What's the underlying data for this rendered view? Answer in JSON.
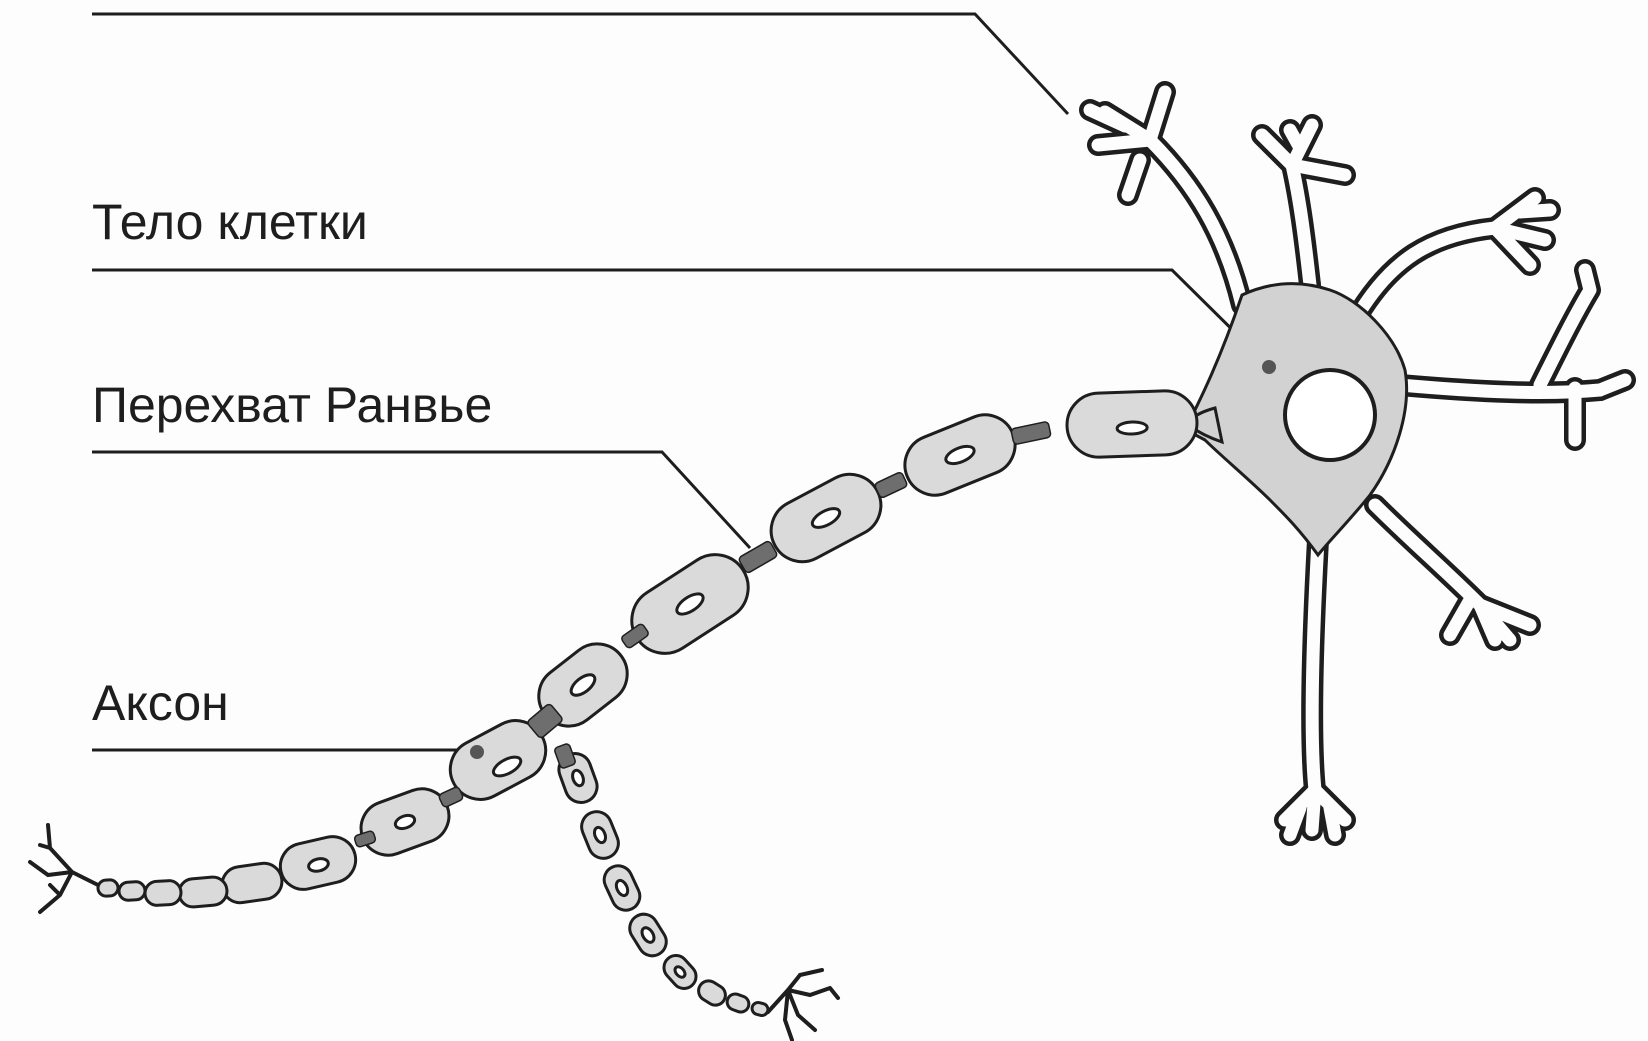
{
  "labels": {
    "dendrite": "",
    "cell_body": "Тело клетки",
    "node_of_ranvier": "Перехват Ранвье",
    "axon": "Аксон"
  },
  "colors": {
    "ink": "#1e1e1e",
    "soma_fill": "#d2d2d2",
    "myelin_fill": "#dadada",
    "node_fill": "#6e6e6e",
    "background": "#fdfdfd"
  }
}
